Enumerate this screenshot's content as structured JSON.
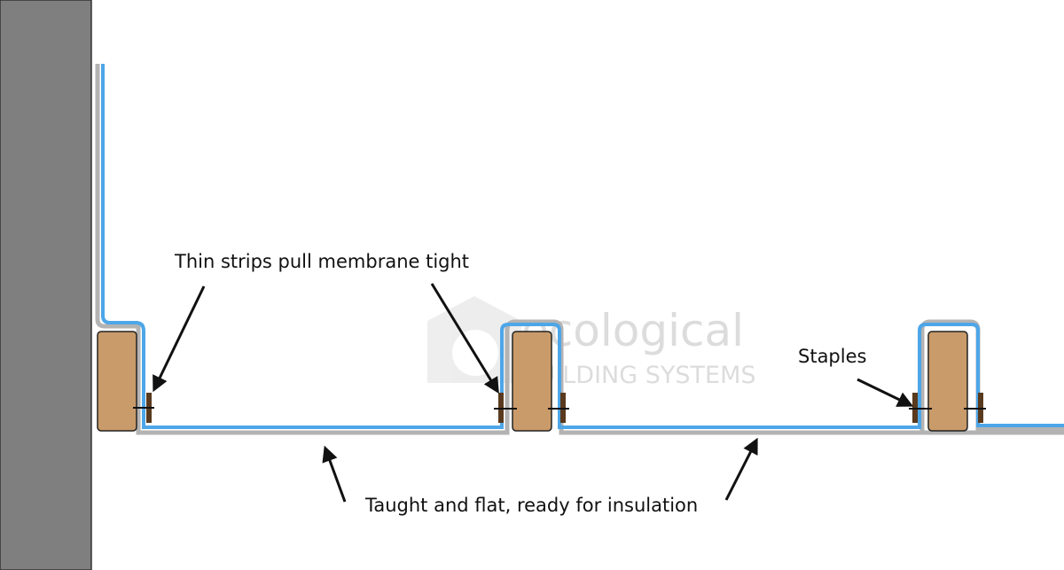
{
  "labels": {
    "strips": "Thin strips pull membrane tight",
    "staples": "Staples",
    "taught": "Taught and flat, ready for insulation"
  },
  "watermark": {
    "line1": "ecological",
    "line2": "BUILDING SYSTEMS"
  },
  "colors": {
    "wall": "#7f7f7f",
    "membrane": "#4da6e8",
    "membrane_backing": "#b3b3b3",
    "timber": "#c99b6a",
    "strip": "#5a3a1e",
    "arrow": "#111111",
    "watermark": "#d9d9d9"
  }
}
